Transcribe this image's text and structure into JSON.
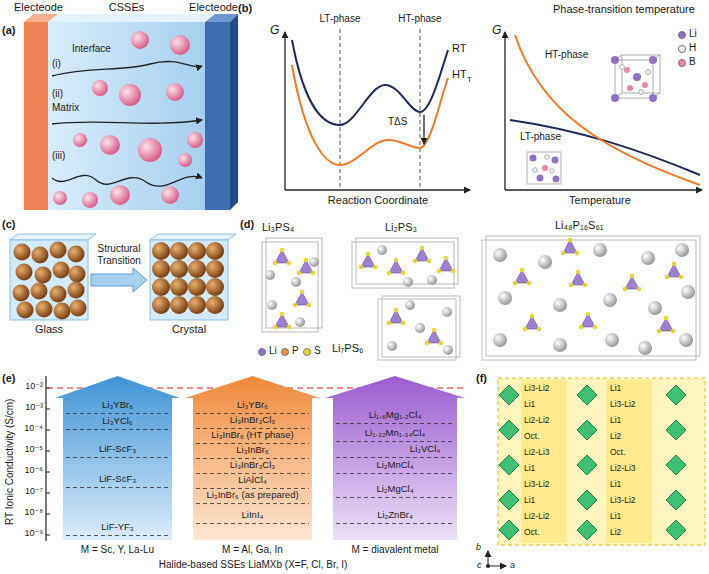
{
  "diagram": {
    "nodes": [
      {
        "text": [
          "Electeode"
        ]
      },
      {
        "text": [
          "CSSEs"
        ]
      },
      {
        "text": [
          "Electeode"
        ]
      },
      {
        "text": [
          "Glass"
        ]
      },
      {
        "text": [
          "Crystal"
        ]
      },
      {
        "text": [
          "Li₃YBr₆",
          "Li₃YCl₆",
          "LiF-ScF₃",
          "LiF-ScF₃",
          "LiF-YF₃",
          "M = Sc, Y, La-Lu"
        ]
      },
      {
        "text": [
          "Li₃YBr₆",
          "Li₃InBr₃Cl₃",
          "Li₃InBr₆ (HT phase)",
          "Li₃InBr₆",
          "Li₃InBr₃Cl₃",
          "LiAlCl₄",
          "Li₃InBr₆ (as prepared)",
          "LiInI₄",
          "M = Al, Ga, In"
        ]
      },
      {
        "text": [
          "Li₁.₆Mg₁.₂Cl₄",
          "Li₁.₃₂Mn₁.₃₄Cl₄",
          "Li₂VCl₄",
          "Li₂MnCl₄",
          "Li₂MgCl₄",
          "Li₂ZnBr₄",
          "M = diavalent metal"
        ]
      }
    ],
    "edges": [
      {
        "from": 3,
        "to": 4,
        "label": "Structural Transition",
        "arrow": "to"
      }
    ],
    "labels": [
      "(a)",
      "(i)",
      "Interface",
      "(ii)",
      "Matrix",
      "(iii)",
      "(b)",
      "G",
      "LT-phase",
      "HT-phase",
      "RT",
      "HT",
      "T",
      "TΔS",
      "Reaction Coordinate",
      "G",
      "Phase-transition temperature",
      "HT-phase",
      "LT-phase",
      "Temperature",
      "(c)",
      "(d)",
      "Li₃PS₄",
      "Li₂PS₃",
      "Li₄₈P₁₆S₆₁",
      "Li₇PS₆",
      "(e)",
      "RT Ionic Conductivity (S/cm)",
      "10⁻²",
      "10⁻³",
      "10⁻⁴",
      "10⁻⁵",
      "10⁻⁶",
      "10⁻⁷",
      "10⁻⁸",
      "10⁻⁹",
      "Halide-based SSEs LiaMXb (X=F, Cl, Br, I)",
      "(f)",
      "Li3-Li2",
      "Li1",
      "Li2-Li2",
      "Oct.",
      "Li2-Li3",
      "Li1",
      "Li3-Li2",
      "Li1",
      "Li2-Li2",
      "Oct.",
      "Li1",
      "Li3-Li2",
      "Li1",
      "Li2",
      "Oct.",
      "Li2-Li3",
      "Li1",
      "Li3-Li2",
      "Li1",
      "Li2",
      "b",
      "a",
      "c"
    ],
    "legend": [
      {
        "text": "Li",
        "color": "#9370c8"
      },
      {
        "text": "H",
        "color": "#f2f2f2"
      },
      {
        "text": "B",
        "color": "#e8899c"
      },
      {
        "text": "Li",
        "color": "#9370c8"
      },
      {
        "text": "P",
        "color": "#e8913a"
      },
      {
        "text": "S",
        "color": "#e6d43a"
      }
    ]
  }
}
